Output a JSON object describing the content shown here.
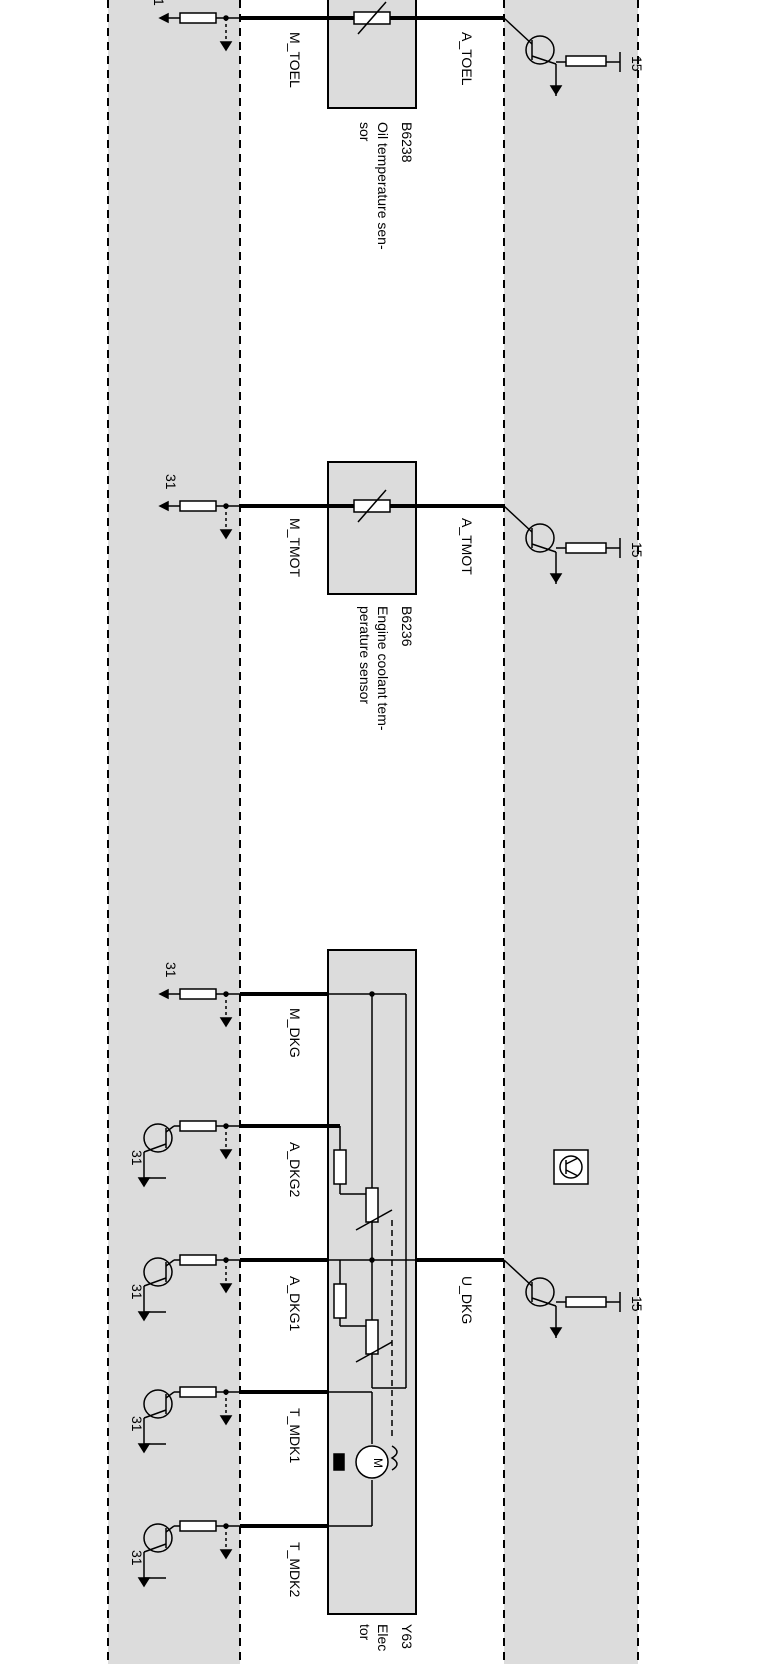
{
  "colors": {
    "band_fill": "#dcdcdc",
    "box_fill": "#dcdcdc",
    "line": "#000000"
  },
  "sensors": [
    {
      "id": "B6238",
      "description_line1": "Oil temperature sen-",
      "description_line2": "sor",
      "ground_signal": "M_TOEL",
      "analog_signal": "A_TOEL",
      "ground_terminal": "1",
      "supply_terminal": "15"
    },
    {
      "id": "B6236",
      "description_line1": "Engine coolant tem-",
      "description_line2": "perature sensor",
      "ground_signal": "M_TMOT",
      "analog_signal": "A_TMOT",
      "ground_terminal": "31",
      "supply_terminal": "15"
    }
  ],
  "actuator": {
    "id": "Y63",
    "description_line1": "Elec",
    "description_line2": "tor",
    "pins": [
      "M_DKG",
      "A_DKG2",
      "A_DKG1",
      "T_MDK1",
      "T_MDK2"
    ],
    "pin_terminals": [
      "31",
      "31",
      "31",
      "31",
      "31"
    ],
    "supply_signal": "U_DKG",
    "supply_terminal": "15",
    "motor_label": "M"
  }
}
